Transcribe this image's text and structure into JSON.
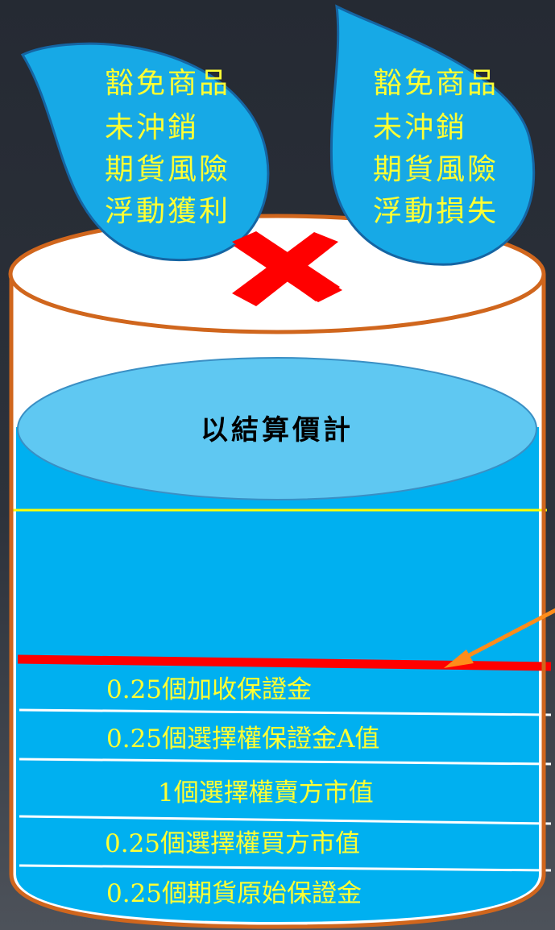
{
  "colors": {
    "background": "#2a2f37",
    "water": "#00b0f0",
    "surface": "#5fc8f2",
    "rim": "#d0661d",
    "drop_fill": "#17a9e6",
    "label_text": "#ffff33",
    "threshold_line": "#ff0000",
    "upper_line": "#ffff00",
    "arrow": "#ff8c1a",
    "cross": "#ff0000"
  },
  "drops": [
    {
      "lines": [
        "豁免商品",
        "未沖銷",
        "期貨風險",
        "浮動獲利"
      ]
    },
    {
      "lines": [
        "豁免商品",
        "未沖銷",
        "期貨風險",
        "浮動損失"
      ]
    }
  ],
  "cross_icon": "red-x-icon",
  "surface_label": "以結算價計",
  "layers": [
    "0.25個加收保證金",
    "0.25個選擇權保證金A值",
    "1個選擇權賣方市值",
    "0.25個選擇權買方市值",
    "0.25個期貨原始保證金"
  ]
}
